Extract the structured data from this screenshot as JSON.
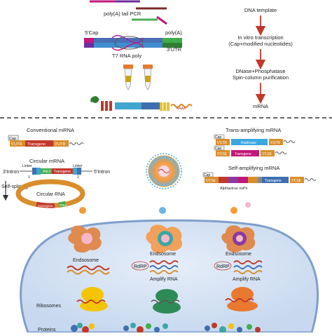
{
  "top": {
    "polya_pcr": "poly(A) tail PCR",
    "cap_5": "5'Cap",
    "polya": "poly(A)",
    "utr_3": "3'UTR",
    "t7": "T7 RNA poly",
    "aaaa": "AAAA"
  },
  "workflow": {
    "step1": "DNA template",
    "step2_line1": "In vitro transcription",
    "step2_line2": "(Cap+modified nucleotides)",
    "step3_line1": "DNase+Phosphatase",
    "step3_line2": "Spin-column purification",
    "step4": "mRNA"
  },
  "mrna_types": {
    "conventional": {
      "title": "Conventional mRNA",
      "cap": "Cap",
      "utr5": "5'UTR",
      "transgene": "Transgene",
      "utr3": "3'UTR"
    },
    "circular": {
      "title": "Circular mRNA",
      "intron3": "3'Intron",
      "intron5": "5'Intron",
      "linker1": "Linker",
      "linker1_num": "1",
      "linker2": "Linker",
      "linker2_num": "2",
      "ires": "IRES",
      "transgene": "Transgene",
      "self_splicing": "Self-splicing",
      "circ_label": "Circular RNA",
      "ring_transgene": "Transgene",
      "ring_ires": "IRES"
    },
    "trans_amplifying": {
      "title": "Trans-amplifying mRNA",
      "cap1": "Cap",
      "utr5": "5'UTR",
      "replicase": "Replicase",
      "utr3": "3'UTR",
      "cap2": "Cap",
      "cse1": "5'CSE",
      "transgene": "Transgene",
      "cse2": "3'CSE"
    },
    "self_amplifying": {
      "title": "Self-amplifying mRNA",
      "cap": "Cap",
      "cse1": "5'CSE",
      "transgene": "Transgene",
      "cse2": "3'CSE",
      "alphavirus": "Alphavirus nsPs"
    }
  },
  "cell": {
    "endosome1": "Endsosome",
    "endosome2": "Endsosome",
    "endosome3": "Endsosome",
    "rdrp1": "RdRP",
    "rdrp2": "RdRP",
    "amplify1": "Amplify RNA",
    "amplify2": "Amplify RNA",
    "ribosomes": "Ribosomes",
    "proteins": "Proteins"
  },
  "colors": {
    "arrow": "#c0392b",
    "cell_fill": "#d6e4f5",
    "cell_stroke": "#7f9fcc",
    "transgene": "#c0392b",
    "utr": "#d98e2b",
    "replicase": "#3aa7e0",
    "endosome": "#e08a4f",
    "ribosome": "#f5c400"
  }
}
